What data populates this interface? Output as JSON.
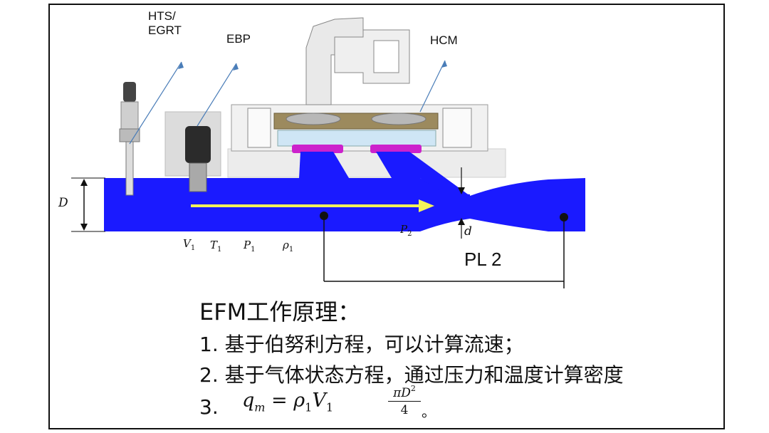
{
  "labels": {
    "hts": "HTS/",
    "egrt": "EGRT",
    "ebp": "EBP",
    "hcm": "HCM",
    "d_upper": "D",
    "d_lower": "d",
    "v1": "V",
    "t1": "T",
    "p1": "P",
    "rho1": "ρ",
    "p2": "P",
    "sub1": "1",
    "sub2": "2",
    "pl2": "PL 2"
  },
  "text": {
    "title": "EFM工作原理：",
    "line1": "1.  基于伯努利方程，可以计算流速；",
    "line2": "2.  基于气体状态方程，通过压力和温度计算密度",
    "line3_num": "3.",
    "formula_lhs": "q",
    "formula_lhs_sub": "m",
    "formula_eq": " = ",
    "formula_rho": "ρ",
    "formula_rho_sub": "1",
    "formula_v": "V",
    "formula_v_sub": "1",
    "frac_num": "πD",
    "frac_num_sup": "2",
    "frac_den": "4",
    "period": "。"
  },
  "colors": {
    "flow": "#1a1aff",
    "arrow": "#f2f25a",
    "gasket": "#cc22cc",
    "housing": "#e8e8e8"
  }
}
